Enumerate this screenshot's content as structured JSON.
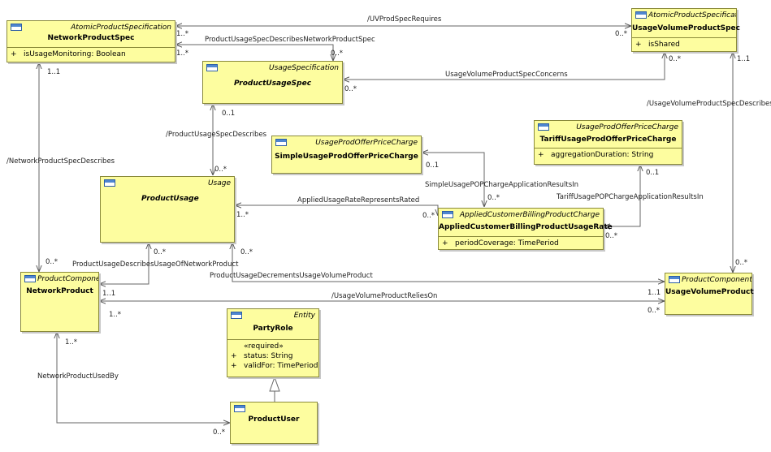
{
  "classes": {
    "network_product_spec": {
      "stereotype": "AtomicProductSpecification",
      "name": "NetworkProductSpec",
      "attributes": [
        {
          "vis": "+",
          "text": "isUsageMonitoring: Boolean"
        }
      ]
    },
    "usage_volume_product_spec": {
      "stereotype": "AtomicProductSpecification",
      "name": "UsageVolumeProductSpec",
      "attributes": [
        {
          "vis": "+",
          "text": "isShared"
        }
      ]
    },
    "product_usage_spec": {
      "stereotype": "UsageSpecification",
      "name": "ProductUsageSpec"
    },
    "simple_usage_price_charge": {
      "stereotype": "UsageProdOfferPriceCharge",
      "name": "SimpleUsageProdOfferPriceCharge"
    },
    "tariff_usage_price_charge": {
      "stereotype": "UsageProdOfferPriceCharge",
      "name": "TariffUsageProdOfferPriceCharge",
      "attributes": [
        {
          "vis": "+",
          "text": "aggregationDuration: String"
        }
      ]
    },
    "product_usage": {
      "stereotype": "Usage",
      "name": "ProductUsage"
    },
    "billing_usage_rate": {
      "stereotype": "AppliedCustomerBillingProductCharge",
      "name": "AppliedCustomerBillingProductUsageRate",
      "attributes": [
        {
          "vis": "+",
          "text": "periodCoverage: TimePeriod"
        }
      ]
    },
    "network_product": {
      "stereotype": "ProductComponent",
      "name": "NetworkProduct"
    },
    "usage_volume_product": {
      "stereotype": "ProductComponent",
      "name": "UsageVolumeProduct"
    },
    "party_role": {
      "stereotype": "Entity",
      "name": "PartyRole",
      "required_label": "«required»",
      "attributes": [
        {
          "vis": "+",
          "text": "status: String"
        },
        {
          "vis": "+",
          "text": "validFor: TimePeriod"
        }
      ]
    },
    "product_user": {
      "name": "ProductUser"
    }
  },
  "associations": {
    "uv_prod_spec_requires": "/UVProdSpecRequires",
    "pus_describes_nps": "ProductUsageSpecDescribesNetworkProductSpec",
    "uvps_concerns": "UsageVolumeProductSpecConcerns",
    "uvps_describes": "/UsageVolumeProductSpecDescribes",
    "network_product_spec_describes": "/NetworkProductSpecDescribes",
    "product_usage_spec_describes": "/ProductUsageSpecDescribes",
    "simple_pop_results_in": "SimpleUsagePOPChargeApplicationResultsIn",
    "tariff_pop_results_in": "TariffUsagePOPChargeApplicationResultsIn",
    "applied_rate_represents_rated": "AppliedUsageRateRepresentsRated",
    "usage_of_network_product": "ProductUsageDescribesUsageOfNetworkProduct",
    "decrements_usage_volume": "ProductUsageDecrementsUsageVolumeProduct",
    "uvp_relies_on": "/UsageVolumeProductReliesOn",
    "network_product_used_by": "NetworkProductUsedBy"
  },
  "multiplicities": {
    "one_many": "1..*",
    "zero_many": "0..*",
    "one_one": "1..1",
    "zero_one": "0..1"
  }
}
